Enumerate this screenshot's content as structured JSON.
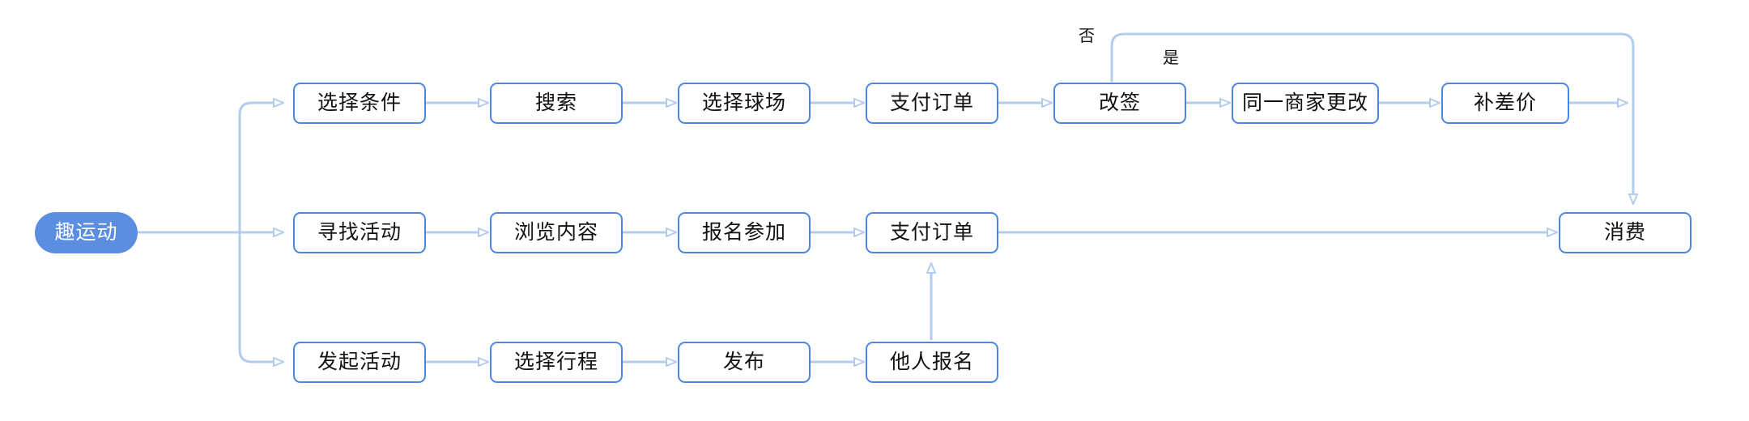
{
  "diagram": {
    "title": "趣运动",
    "colors": {
      "node_border": "#4a86e8",
      "node_fill": "#ffffff",
      "start_fill": "#5b8ee0",
      "start_text": "#ffffff",
      "edge": "#b3ccee",
      "text": "#111111",
      "background": "#ffffff"
    },
    "start_node": {
      "label": "趣运动",
      "shape": "pill"
    },
    "rows": [
      {
        "name": "booking-flow",
        "nodes": [
          {
            "label": "选择条件"
          },
          {
            "label": "搜索"
          },
          {
            "label": "选择球场"
          },
          {
            "label": "支付订单"
          },
          {
            "label": "改签"
          },
          {
            "label": "同一商家更改"
          },
          {
            "label": "补差价"
          }
        ]
      },
      {
        "name": "join-activity-flow",
        "nodes": [
          {
            "label": "寻找活动"
          },
          {
            "label": "浏览内容"
          },
          {
            "label": "报名参加"
          },
          {
            "label": "支付订单"
          }
        ]
      },
      {
        "name": "host-activity-flow",
        "nodes": [
          {
            "label": "发起活动"
          },
          {
            "label": "选择行程"
          },
          {
            "label": "发布"
          },
          {
            "label": "他人报名"
          }
        ]
      }
    ],
    "end_node": {
      "label": "消费"
    },
    "edge_labels": [
      {
        "label": "否",
        "from": "改签",
        "meaning": "no-branch"
      },
      {
        "label": "是",
        "from": "改签",
        "meaning": "yes-branch"
      }
    ]
  }
}
